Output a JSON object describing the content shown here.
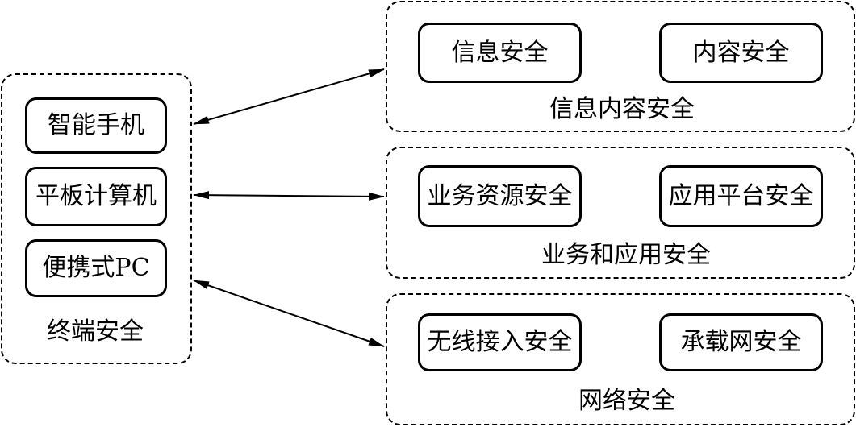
{
  "terminal_group": {
    "label": "终端安全",
    "items": [
      "智能手机",
      "平板计算机",
      "便携式PC"
    ]
  },
  "content_group": {
    "label": "信息内容安全",
    "items": [
      "信息安全",
      "内容安全"
    ]
  },
  "business_group": {
    "label": "业务和应用安全",
    "items": [
      "业务资源安全",
      "应用平台安全"
    ]
  },
  "network_group": {
    "label": "网络安全",
    "items": [
      "无线接入安全",
      "承载网安全"
    ]
  }
}
